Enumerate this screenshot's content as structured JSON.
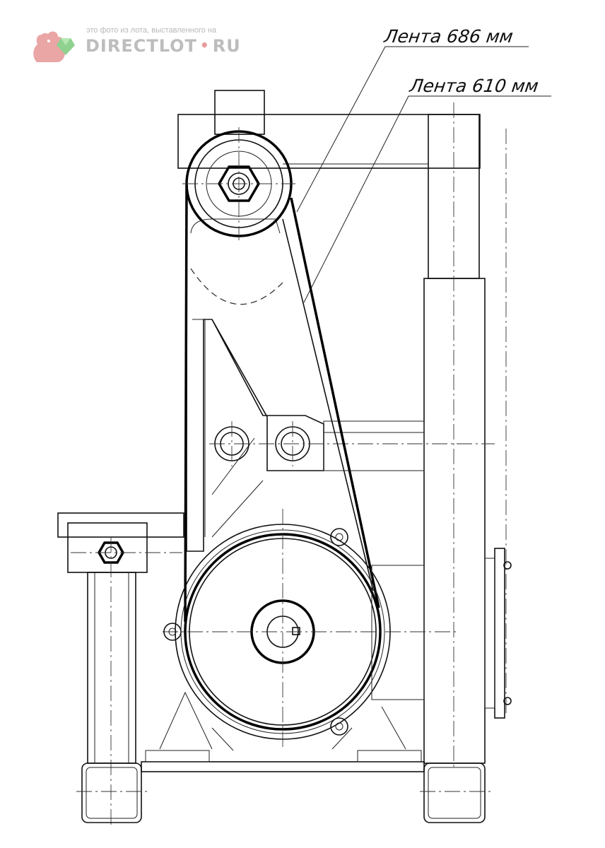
{
  "watermark": {
    "caption": "это фото из лота, выставленного на",
    "brand_left": "DIRECTLOT",
    "brand_dot": "•",
    "brand_right": "RU",
    "logo_icon": "squirrel-gem-logo-icon",
    "colors": {
      "logo": "#e79a9a",
      "gem": "#8fd18f",
      "text": "#bdbdbd"
    }
  },
  "labels": {
    "belt_686": "Лента 686 мм",
    "belt_610": "Лента 610 мм"
  },
  "colors": {
    "line": "#111111",
    "background": "#ffffff"
  }
}
